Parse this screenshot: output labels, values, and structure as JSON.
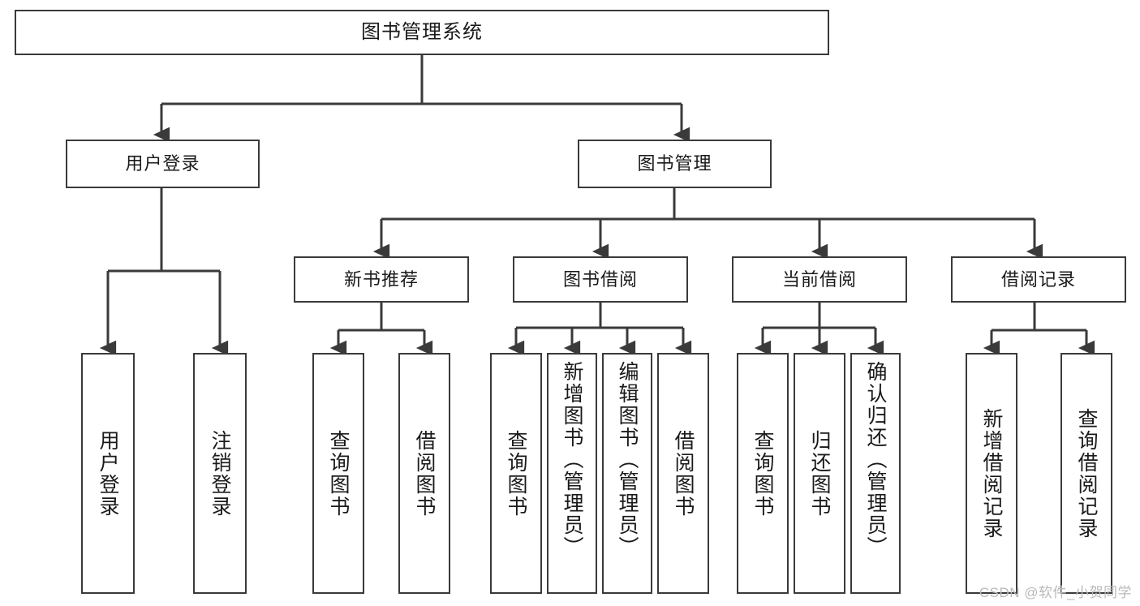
{
  "diagram": {
    "type": "tree-hierarchy",
    "title": "图书管理系统",
    "watermark": "CSDN @软件_小贺同学",
    "colors": {
      "box_border": "#3a3a3a",
      "box_fill": "#ffffff",
      "connector": "#3a3a3a",
      "text": "#1a1a1a",
      "watermark": "#b9b9b9"
    },
    "nodes": {
      "root": {
        "label": "图书管理系统",
        "orientation": "horizontal"
      },
      "level1": [
        {
          "id": "user-login",
          "label": "用户登录",
          "orientation": "horizontal"
        },
        {
          "id": "book-management",
          "label": "图书管理",
          "orientation": "horizontal"
        }
      ],
      "level2": [
        {
          "id": "new-book-recommend",
          "label": "新书推荐",
          "orientation": "horizontal",
          "parent": "book-management"
        },
        {
          "id": "book-borrow",
          "label": "图书借阅",
          "orientation": "horizontal",
          "parent": "book-management"
        },
        {
          "id": "current-borrow",
          "label": "当前借阅",
          "orientation": "horizontal",
          "parent": "book-management"
        },
        {
          "id": "borrow-record",
          "label": "借阅记录",
          "orientation": "horizontal",
          "parent": "book-management"
        }
      ],
      "leaves": [
        {
          "id": "leaf-user-login",
          "label": "用户登录",
          "parent": "user-login",
          "orientation": "vertical"
        },
        {
          "id": "leaf-logout",
          "label": "注销登录",
          "parent": "user-login",
          "orientation": "vertical"
        },
        {
          "id": "leaf-query-book-1",
          "label": "查询图书",
          "parent": "new-book-recommend",
          "orientation": "vertical"
        },
        {
          "id": "leaf-borrow-book-1",
          "label": "借阅图书",
          "parent": "new-book-recommend",
          "orientation": "vertical"
        },
        {
          "id": "leaf-query-book-2",
          "label": "查询图书",
          "parent": "book-borrow",
          "orientation": "vertical"
        },
        {
          "id": "leaf-add-book",
          "label": "新增图书（管理员）",
          "parent": "book-borrow",
          "orientation": "vertical"
        },
        {
          "id": "leaf-edit-book",
          "label": "编辑图书（管理员）",
          "parent": "book-borrow",
          "orientation": "vertical"
        },
        {
          "id": "leaf-borrow-book-2",
          "label": "借阅图书",
          "parent": "book-borrow",
          "orientation": "vertical"
        },
        {
          "id": "leaf-query-book-3",
          "label": "查询图书",
          "parent": "current-borrow",
          "orientation": "vertical"
        },
        {
          "id": "leaf-return-book",
          "label": "归还图书",
          "parent": "current-borrow",
          "orientation": "vertical"
        },
        {
          "id": "leaf-confirm-return",
          "label": "确认归还（管理员）",
          "parent": "current-borrow",
          "orientation": "vertical"
        },
        {
          "id": "leaf-add-record",
          "label": "新增借阅记录",
          "parent": "borrow-record",
          "orientation": "vertical"
        },
        {
          "id": "leaf-query-record",
          "label": "查询借阅记录",
          "parent": "borrow-record",
          "orientation": "vertical"
        }
      ]
    }
  }
}
